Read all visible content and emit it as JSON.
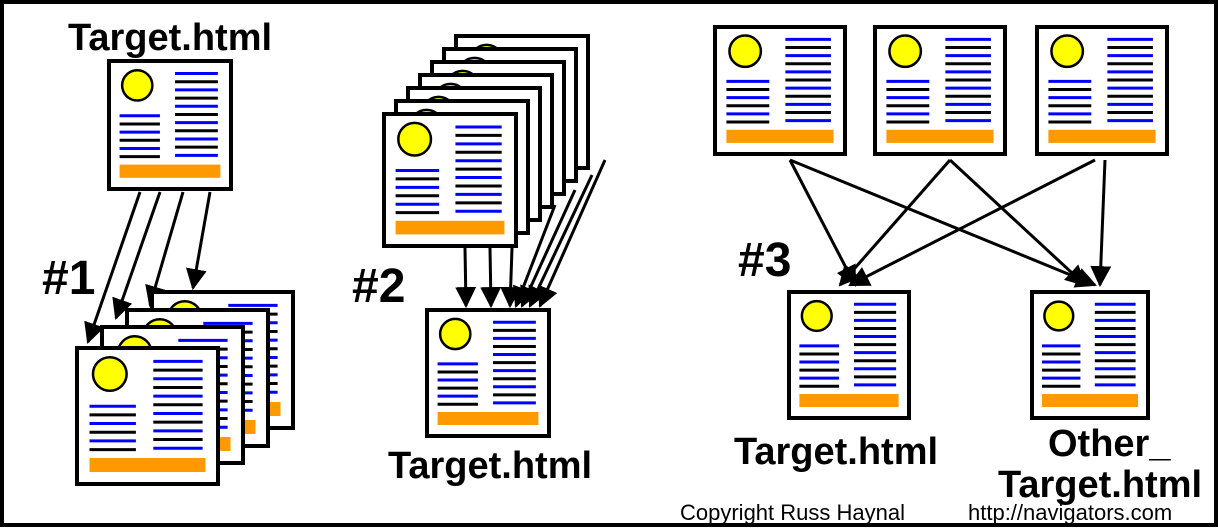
{
  "labels": {
    "group1_top": "Target.html",
    "group1_num": "#1",
    "group2_num": "#2",
    "group2_bottom": "Target.html",
    "group3_num": "#3",
    "group3_target": "Target.html",
    "group3_other_line1": "Other_",
    "group3_other_line2": "Target.html",
    "copyright": "Copyright Russ Haynal",
    "url": "http://navigators.com"
  },
  "colors": {
    "circle": "#ffff00",
    "blue_line": "#0000ff",
    "black_line": "#000000",
    "footer_bar": "#ff9900",
    "page_border": "#000000"
  }
}
